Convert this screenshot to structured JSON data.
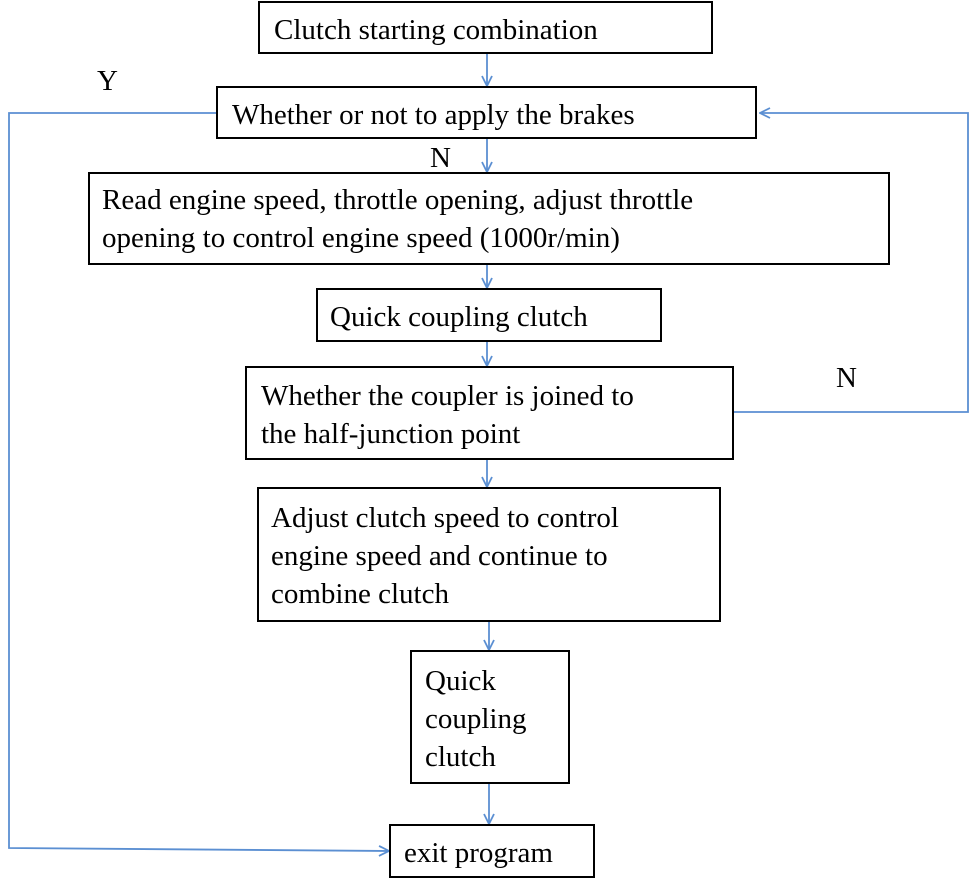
{
  "flowchart": {
    "nodes": {
      "start": "Clutch starting combination",
      "brake_check": "Whether or not to apply the brakes",
      "read_engine": "Read engine speed, throttle opening, adjust throttle\nopening to control engine speed (1000r/min)",
      "quick_couple_1": "Quick coupling clutch",
      "coupler_check": "Whether the coupler is joined to\nthe half-junction point",
      "adjust_clutch": "Adjust clutch speed to control\nengine speed and continue to\ncombine clutch",
      "quick_couple_2": "Quick\ncoupling\nclutch",
      "exit": "exit program"
    },
    "labels": {
      "brake_yes": "Y",
      "brake_no": "N",
      "coupler_no": "N"
    }
  },
  "colors": {
    "connector": "#5b8fd2",
    "box_border": "#000000"
  }
}
